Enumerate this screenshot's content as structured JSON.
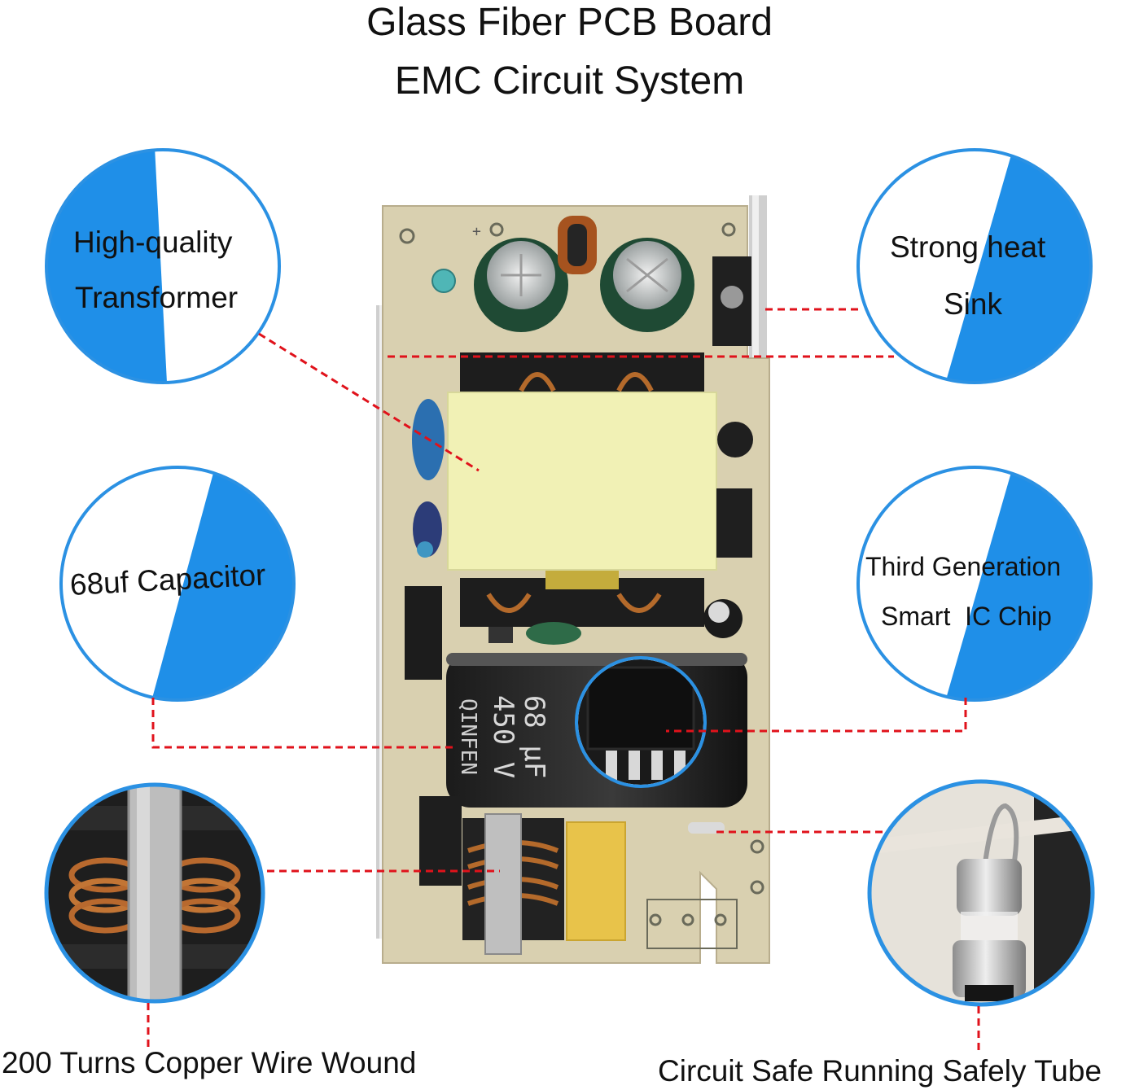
{
  "title": {
    "line1": "Glass Fiber PCB Board",
    "line2": "EMC Circuit System"
  },
  "callouts": {
    "transformer": {
      "line1": "High-quality",
      "line2": "Transformer"
    },
    "heat_sink": {
      "line1": "Strong heat",
      "line2": "Sink"
    },
    "capacitor": {
      "line1": "68uf Capacitor"
    },
    "ic_chip": {
      "line1": "Third Generation",
      "line2": "Smart  IC Chip"
    }
  },
  "bottom_labels": {
    "copper": "200 Turns Copper Wire Wound",
    "fuse": "Circuit Safe Running Safely Tube"
  },
  "component_print": {
    "capacitor_brand": "QINFEN",
    "capacitor_voltage": "450 V",
    "capacitor_value": "68 μF"
  },
  "colors": {
    "accent_blue": "#1f8fe8",
    "leader_red": "#e0121b",
    "pcb": "#d8cfae",
    "transformer_tape": "#f1f1b5"
  }
}
